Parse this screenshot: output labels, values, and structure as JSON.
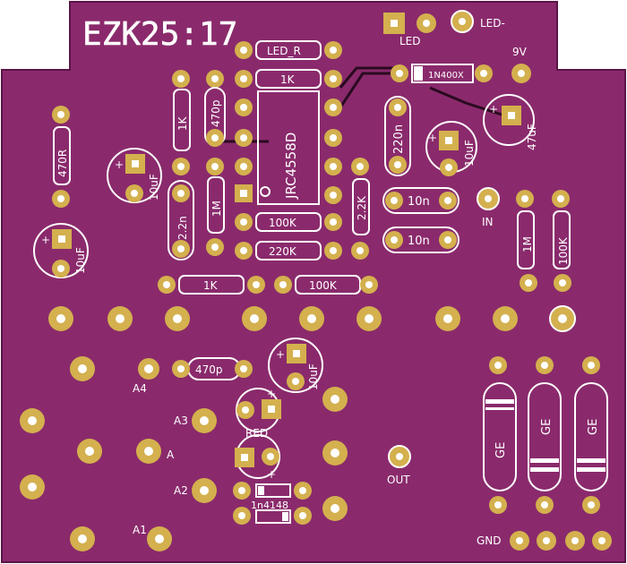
{
  "colors": {
    "board": "#8a2a6c",
    "board_edge": "#5a1446",
    "pad": "#d4b04e",
    "pad_hole": "#ffffff",
    "silk": "#ffffff",
    "trace": "#2a0a20"
  },
  "board": {
    "title": "EZK25:17"
  },
  "labels": {
    "led": "LED",
    "led_minus": "LED-",
    "nine_v": "9V",
    "in": "IN",
    "out": "OUT",
    "gnd": "GND",
    "red": "RED",
    "a": "A",
    "a1": "A1",
    "a2": "A2",
    "a3": "A3",
    "a4": "A4"
  },
  "components": {
    "led_r": "LED_R",
    "r_1k_top": "1K",
    "r_1k_left": "1K",
    "r_1k_bottom": "1K",
    "c_470p_top": "470p",
    "c_470p_mid": "470p",
    "c_2n2": "2.2n",
    "r_1m_left": "1M",
    "r_1m_right": "1M",
    "r_100k_mid": "100K",
    "r_220k": "220K",
    "r_2k2": "2.2K",
    "r_100k_bottom": "100K",
    "r_100k_right": "100K",
    "r_470r": "470R",
    "ic": "JRC4558D",
    "diode_protect": "1N400X",
    "c_220n": "220n",
    "c_10n_a": "10n",
    "c_10n_b": "10n",
    "c_47uf": "47uF",
    "c_10uf": "10uF",
    "diode_signal": "1n4148",
    "germanium": "GE",
    "plus": "+"
  }
}
